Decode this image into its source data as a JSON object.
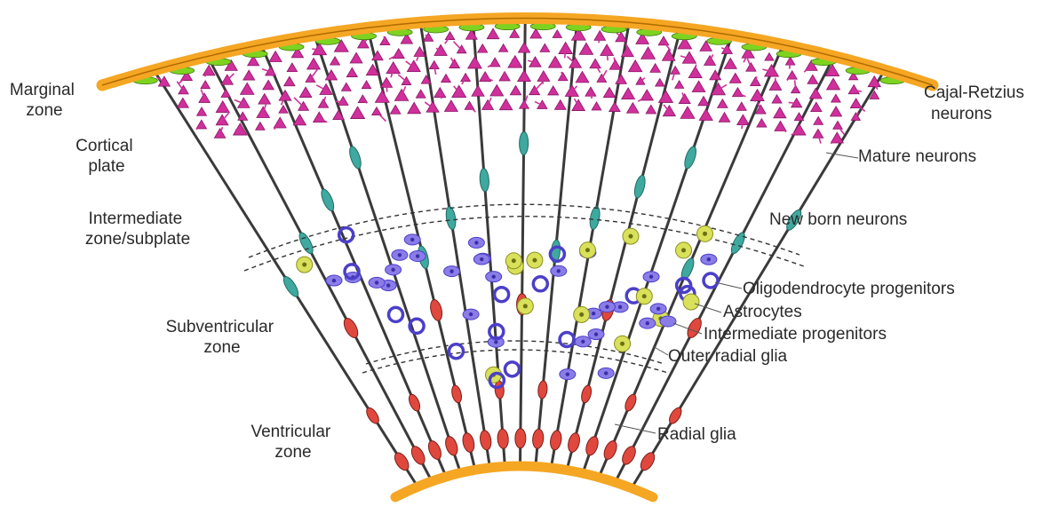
{
  "labels": {
    "marginal_zone": [
      "Marginal",
      "zone"
    ],
    "cortical_plate": [
      "Cortical",
      "plate"
    ],
    "intermediate_zone": [
      "Intermediate",
      "zone/subplate"
    ],
    "subventricular_zone": [
      "Subventricular",
      "zone"
    ],
    "ventricular_zone": [
      "Ventricular",
      "zone"
    ],
    "cajal_retzius": [
      "Cajal-Retzius",
      "neurons"
    ],
    "mature_neurons": "Mature neurons",
    "new_born_neurons": "New born neurons",
    "oligodendrocyte_progenitors": "Oligodendrocyte progenitors",
    "astrocytes": "Astrocytes",
    "intermediate_progenitors": "Intermediate progenitors",
    "outer_radial_glia": "Outer radial glia",
    "radial_glia": "Radial glia"
  },
  "colors": {
    "pial_surface": "#f5a623",
    "cajal_retzius": "#7ed321",
    "mature_neuron": "#d0309b",
    "new_born_neuron": "#3fa9a0",
    "radial_glia_fiber": "#3a3a3a",
    "radial_glia_cell": "#e0483e",
    "oligodendrocyte": "#4b3fc9",
    "astrocyte": "#d9e05a",
    "intermediate_progenitor": "#8a7de8"
  }
}
